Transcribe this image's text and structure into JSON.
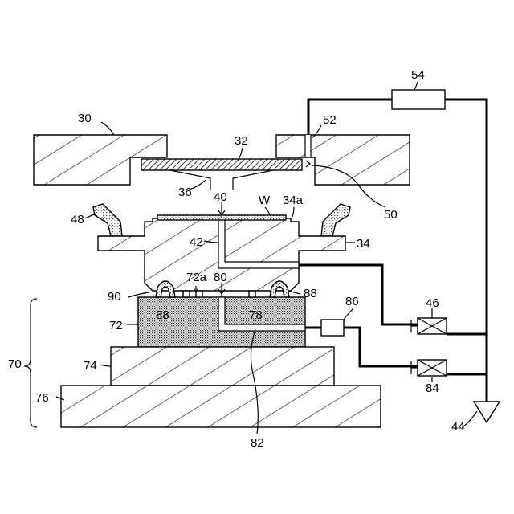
{
  "labels": {
    "l30": "30",
    "l32": "32",
    "l36": "36",
    "l40": "40",
    "lW": "W",
    "l34a": "34a",
    "l48": "48",
    "l42": "42",
    "l34": "34",
    "l52": "52",
    "l54": "54",
    "l50": "50",
    "l46": "46",
    "l72a": "72a",
    "l80": "80",
    "l90": "90",
    "l88a": "88",
    "l88b": "88",
    "l78": "78",
    "l86": "86",
    "l72": "72",
    "l70": "70",
    "l74": "74",
    "l84": "84",
    "l76": "76",
    "l44": "44",
    "l82": "82"
  }
}
